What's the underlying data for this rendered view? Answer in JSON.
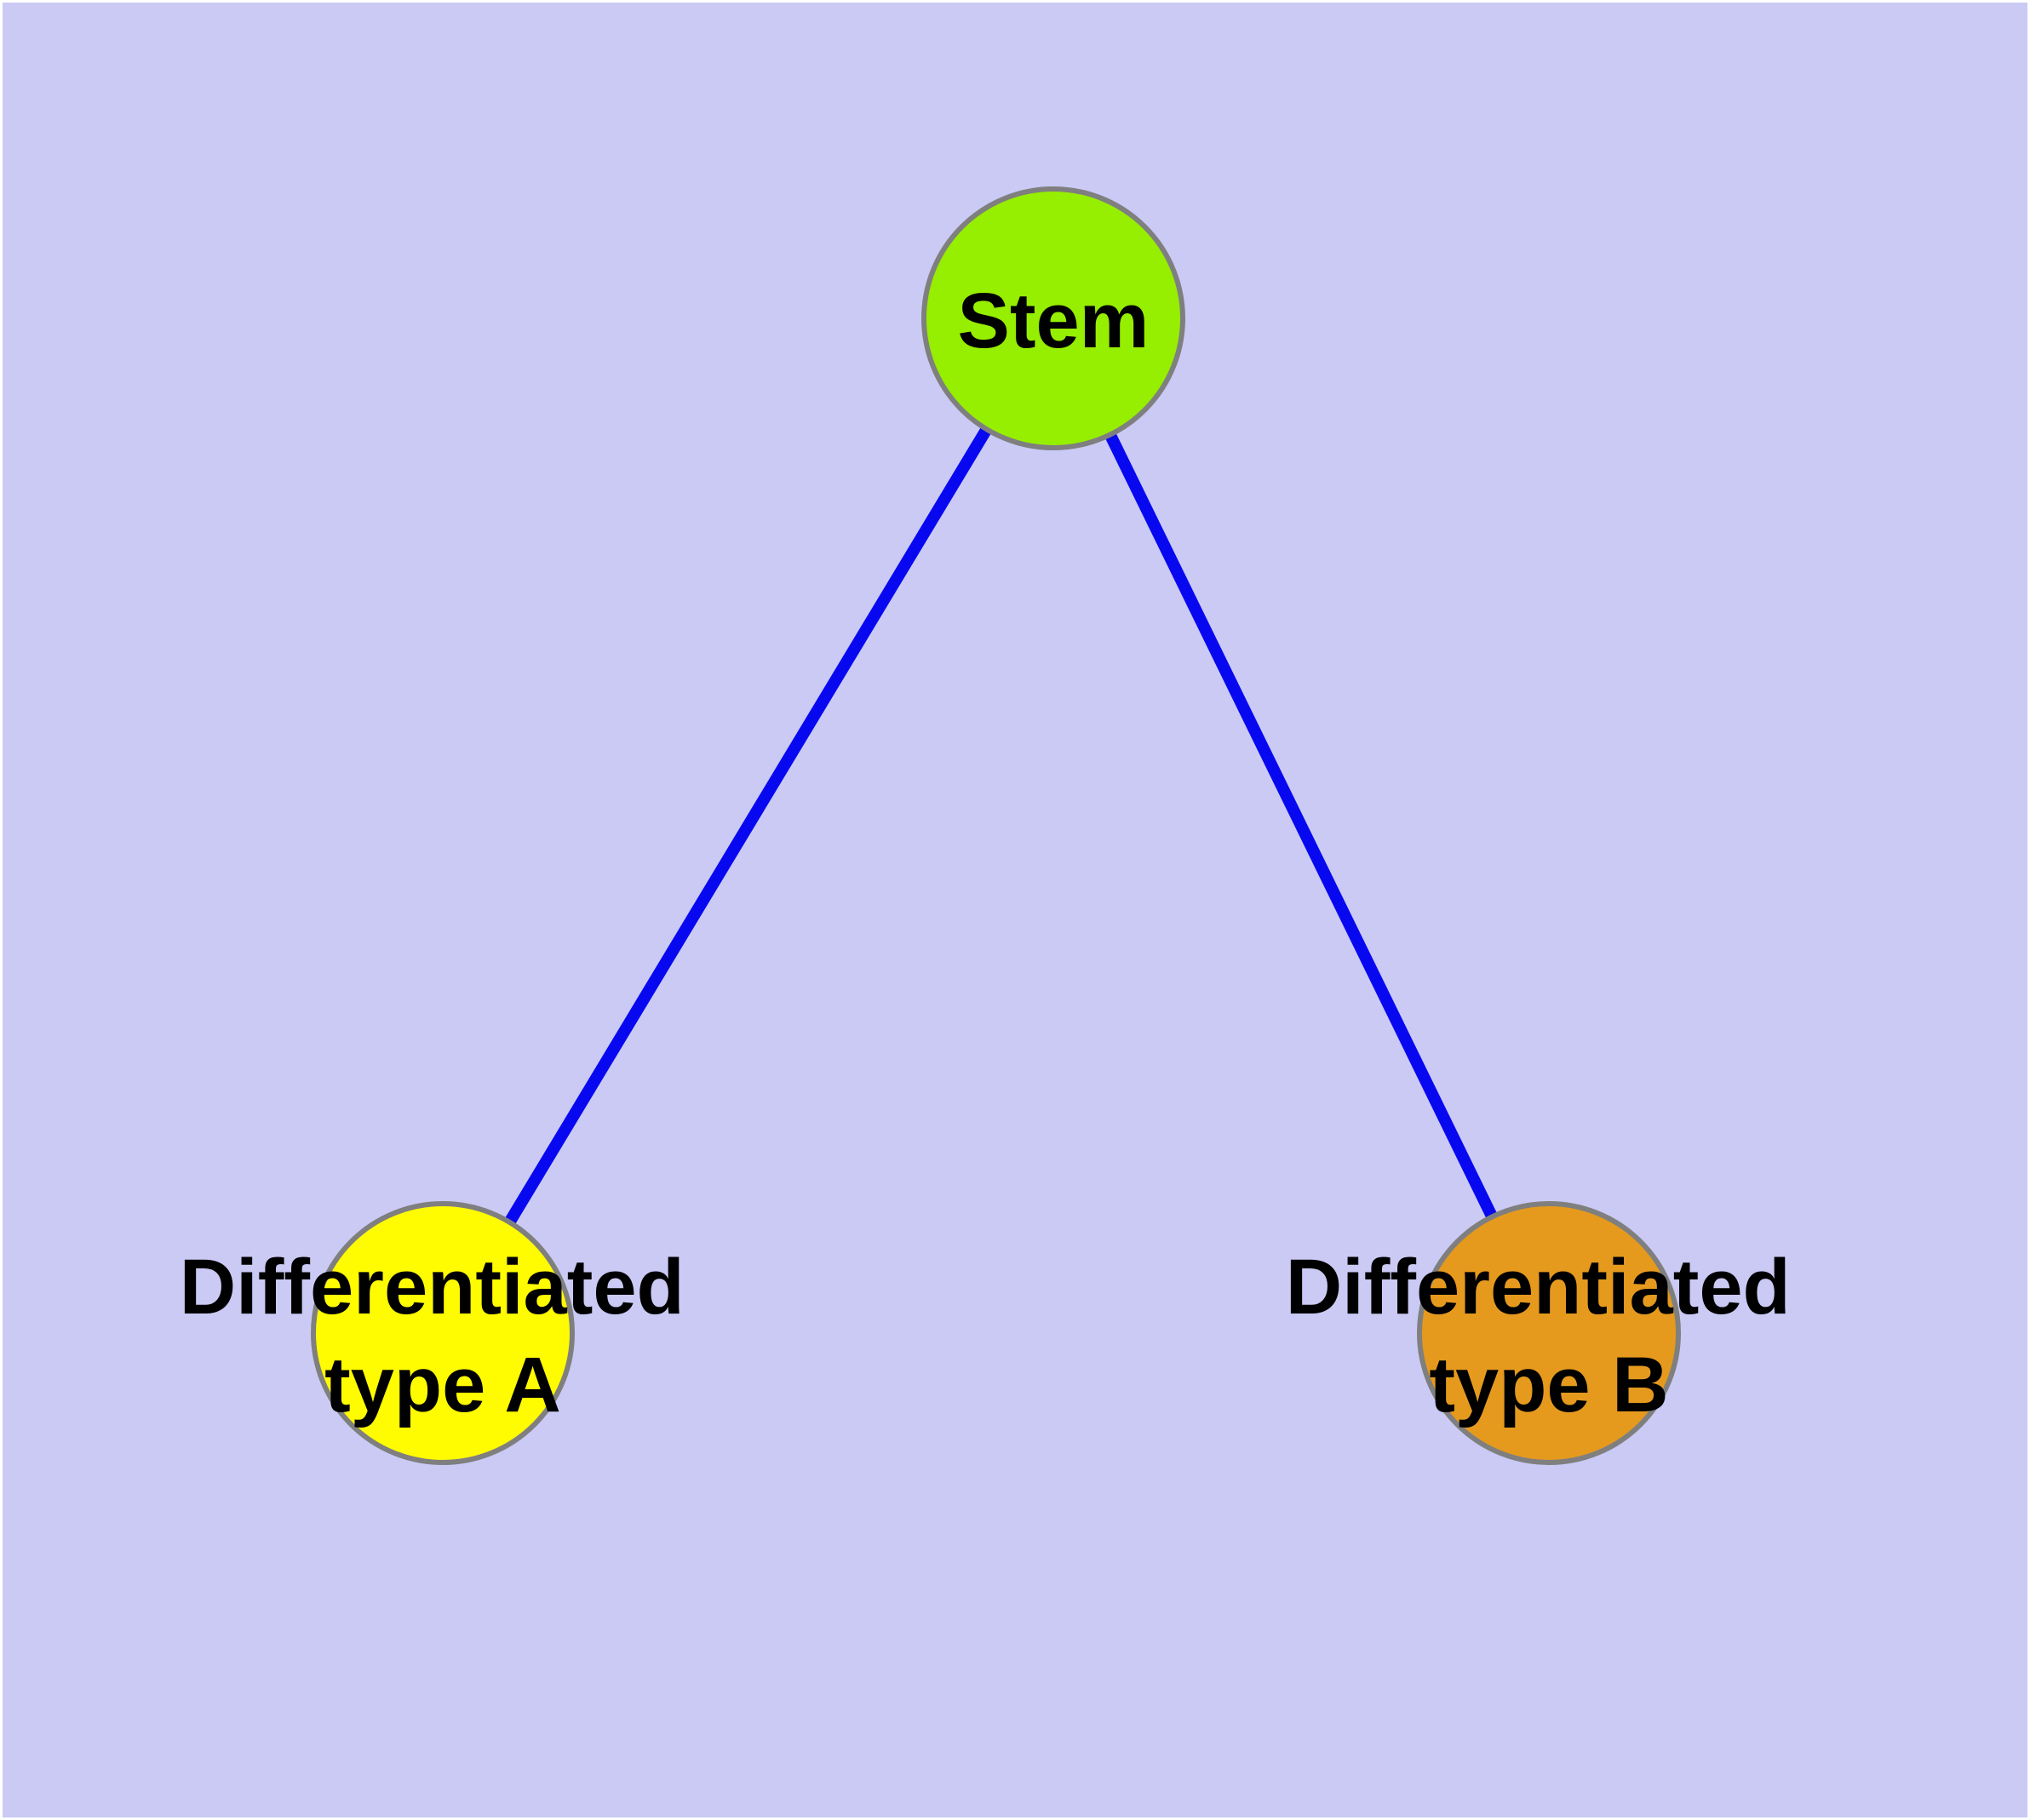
{
  "diagram": {
    "background_color": "#CACAF5",
    "border_color": "#FFFFFF",
    "label_color": "#000000",
    "node_stroke_color": "#7F7F7F",
    "edge": {
      "color": "#0808F0",
      "style": "solid",
      "arrowheads": "none"
    },
    "nodes": {
      "stem": {
        "label": "Stem",
        "fill": "#96EE00"
      },
      "type_a": {
        "label": "Differentiated type A",
        "label_line1": "Differentiated",
        "label_line2": "type A",
        "fill": "#FFFB00"
      },
      "type_b": {
        "label": "Differentiated type B",
        "label_line1": "Differentiated",
        "label_line2": "type B",
        "fill": "#E59A1E"
      }
    },
    "edges": [
      {
        "from": "Stem",
        "to": "Differentiated type A"
      },
      {
        "from": "Stem",
        "to": "Differentiated type B"
      }
    ]
  }
}
